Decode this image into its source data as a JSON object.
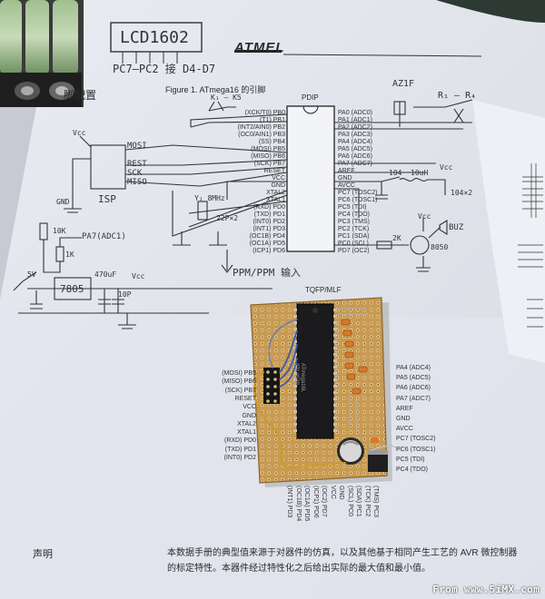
{
  "photo": {
    "handwritten": {
      "lcd_box": "LCD1602",
      "lcd_note": "PC7—PC2 接 D4-D7",
      "config": "脚配置",
      "isp": "ISP",
      "mosi": "MOSI",
      "rest": "REST",
      "sck": "SCK",
      "miso": "MISO",
      "gnd": "GND",
      "vcc": "Vcc",
      "k1k5": "K₁ — K5",
      "azif": "AZ1F",
      "r1r4": "R₁ — R₄",
      "crystal": "Y₁ 8MHz",
      "cap22": "22P×2",
      "r10k": "10K",
      "r1k": "1K",
      "pa7": "PA7(ADC1)",
      "v7805": "7805",
      "cap470": "470uF",
      "cap10": "10P",
      "cap104": "104",
      "ind": "10uH",
      "cap1042": "104×2",
      "r2k": "2K",
      "buz": "BUZ",
      "q8050": "8050",
      "ppm": "PPM/PPM 输入",
      "v5": "5V"
    },
    "printed": {
      "atmel": "ATMEL",
      "figure": "Figure 1.  ATmega16 的引脚",
      "pdip": "PDIP",
      "tqfp": "TQFP/MLF",
      "statement_label": "声明",
      "statement_1": "本数据手册的典型值来源于对器件的仿真，以及其他基于相同产生工艺的 AVR 微控制器",
      "statement_2": "的标定特性。本器件经过特性化之后给出实际的最大值和最小值。",
      "chip_marking": "ATmega16L 8PI 0539"
    },
    "left_pins": [
      "(XCK/T0) PB0",
      "(T1) PB1",
      "(INT2/AIN0) PB2",
      "(OC0/AIN1) PB3",
      "(SS) PB4",
      "(MOSI) PB5",
      "(MISO) PB6",
      "(SCK) PB7",
      "RESET",
      "VCC",
      "GND",
      "XTAL2",
      "XTAL1",
      "(RXD) PD0",
      "(TXD) PD1",
      "(INT0) PD2",
      "(INT1) PD3",
      "(OC1B) PD4",
      "(OC1A) PD5",
      "(ICP1) PD6"
    ],
    "right_pins": [
      "PA0 (ADC0)",
      "PA1 (ADC1)",
      "PA2 (ADC2)",
      "PA3 (ADC3)",
      "PA4 (ADC4)",
      "PA5 (ADC5)",
      "PA6 (ADC6)",
      "PA7 (ADC7)",
      "AREF",
      "GND",
      "AVCC",
      "PC7 (TOSC2)",
      "PC6 (TOSC1)",
      "PC5 (TDI)",
      "PC4 (TDO)",
      "PC3 (TMS)",
      "PC2 (TCK)",
      "PC1 (SDA)",
      "PC0 (SCL)",
      "PD7 (OC2)"
    ],
    "tqfp_left": [
      "(MOSI) PB5",
      "(MISO) PB6",
      "(SCK) PB7",
      "RESET",
      "VCC",
      "GND",
      "XTAL2",
      "XTAL1",
      "(RXD) PD0",
      "(TXD) PD1",
      "(INT0) PD2"
    ],
    "tqfp_right": [
      "PA4 (ADC4)",
      "PA5 (ADC5)",
      "PA6 (ADC6)",
      "PA7 (ADC7)",
      "AREF",
      "GND",
      "AVCC",
      "PC7 (TOSC2)",
      "PC6 (TOSC1)",
      "PC5 (TDI)",
      "PC4 (TDO)"
    ],
    "tqfp_bottom": [
      "(INT1) PD3",
      "(OC1B) PD4",
      "(OC1A) PD5",
      "(ICP1) PD6",
      "(OC2) PD7",
      "VCC",
      "GND",
      "(SCL) PC0",
      "(SDA) PC1",
      "(TCK) PC2",
      "(TMS) PC3"
    ],
    "watermark": "From www.5iMX.com"
  }
}
